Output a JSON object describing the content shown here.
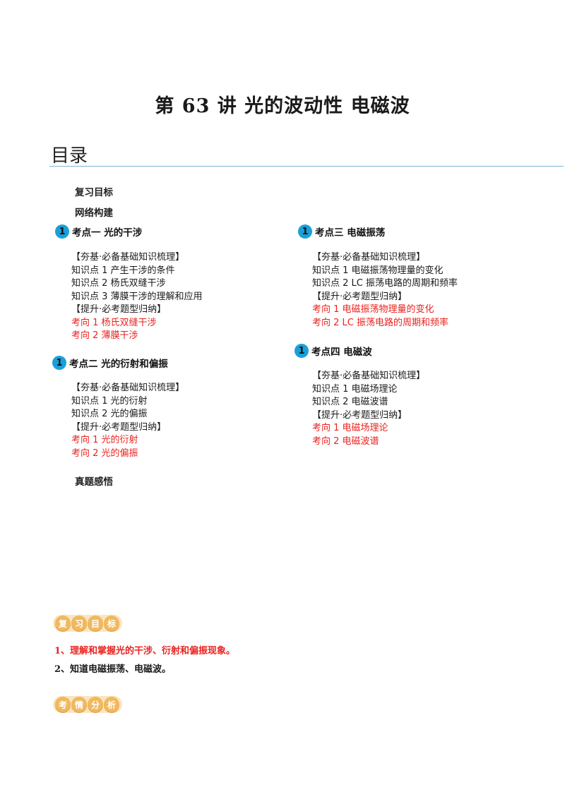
{
  "title": "第 63 讲  光的波动性  电磁波",
  "toc": {
    "heading": "目录",
    "review_goals": "复习目标",
    "network": "网络构建",
    "real_exam": "真题感悟",
    "sections": [
      {
        "num": "1",
        "title": "考点一    光的干涉",
        "items": [
          {
            "text": "【夯基·必备基础知识梳理】",
            "red": false
          },
          {
            "text": "知识点 1  产生干涉的条件",
            "red": false
          },
          {
            "text": "知识点 2  杨氏双缝干涉",
            "red": false
          },
          {
            "text": "知识点 3  薄膜干涉的理解和应用",
            "red": false
          },
          {
            "text": "【提升·必考题型归纳】",
            "red": false
          },
          {
            "text": "考向 1  杨氏双缝干涉",
            "red": true
          },
          {
            "text": "考向 2  薄膜干涉",
            "red": true
          }
        ]
      },
      {
        "num": "1",
        "title": "考点二    光的衍射和偏振",
        "items": [
          {
            "text": "【夯基·必备基础知识梳理】",
            "red": false
          },
          {
            "text": "知识点 1  光的衍射",
            "red": false
          },
          {
            "text": "知识点 2  光的偏振",
            "red": false
          },
          {
            "text": "【提升·必考题型归纳】",
            "red": false
          },
          {
            "text": "考向 1  光的衍射",
            "red": true
          },
          {
            "text": "考向 2  光的偏振",
            "red": true
          }
        ]
      },
      {
        "num": "1",
        "title": "考点三    电磁振荡",
        "items": [
          {
            "text": "【夯基·必备基础知识梳理】",
            "red": false
          },
          {
            "text": "知识点 1  电磁振荡物理量的变化",
            "red": false
          },
          {
            "text": "知识点 2  LC 振荡电路的周期和频率",
            "red": false
          },
          {
            "text": "【提升·必考题型归纳】",
            "red": false
          },
          {
            "text": "考向 1  电磁振荡物理量的变化",
            "red": true
          },
          {
            "text": "考向 2  LC 振荡电路的周期和频率",
            "red": true
          }
        ]
      },
      {
        "num": "1",
        "title": "考点四    电磁波",
        "items": [
          {
            "text": "【夯基·必备基础知识梳理】",
            "red": false
          },
          {
            "text": "知识点 1    电磁场理论",
            "red": false
          },
          {
            "text": "知识点 2    电磁波谱",
            "red": false
          },
          {
            "text": "【提升·必考题型归纳】",
            "red": false
          },
          {
            "text": "考向 1  电磁场理论",
            "red": true
          },
          {
            "text": "考向 2  电磁波谱",
            "red": true
          }
        ]
      }
    ]
  },
  "banners": {
    "review": [
      "复",
      "习",
      "目",
      "标"
    ],
    "analysis": [
      "考",
      "情",
      "分",
      "析"
    ]
  },
  "goals": [
    {
      "text": "1、理解和掌握光的干涉、衍射和偏振现象。",
      "red": true
    },
    {
      "text": "2、知道电磁振荡、电磁波。",
      "red": false
    }
  ],
  "colors": {
    "accent_red": "#e8231f",
    "circle_blue": "#1aa0d8",
    "banner_orange": "#f0b95e",
    "rule_blue": "#7fb3d5"
  }
}
